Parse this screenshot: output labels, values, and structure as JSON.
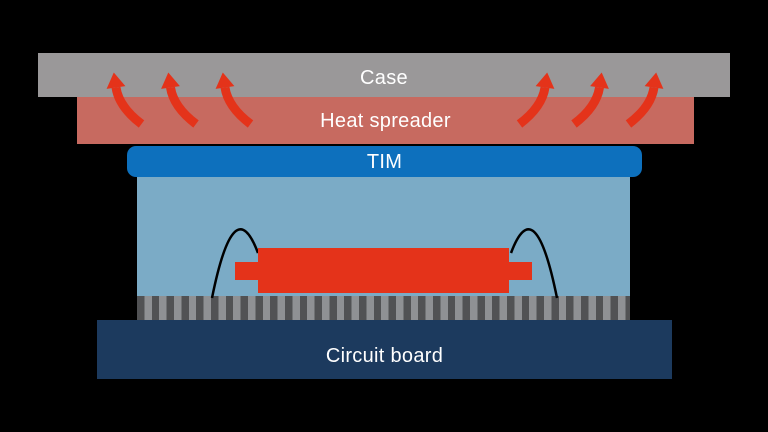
{
  "diagram": {
    "background_color": "#000000",
    "label_color": "#ffffff",
    "layers": {
      "case": {
        "label": "Case",
        "color": "#9a9899"
      },
      "heat_spreader": {
        "label": "Heat spreader",
        "color": "#c76a60"
      },
      "tim": {
        "label": "TIM",
        "color": "#0d70bd"
      },
      "package_substrate": {
        "color": "#7babc6"
      },
      "die": {
        "color": "#e4331a"
      },
      "pin_grid": {
        "dark_color": "#515254",
        "light_color": "#8f9194"
      },
      "circuit_board": {
        "label": "Circuit board",
        "color": "#1c3a5e"
      }
    },
    "heat_arrows": {
      "count": 6,
      "color": "#e4331a"
    },
    "wire_bonds": {
      "count": 2,
      "color": "#000000"
    }
  }
}
